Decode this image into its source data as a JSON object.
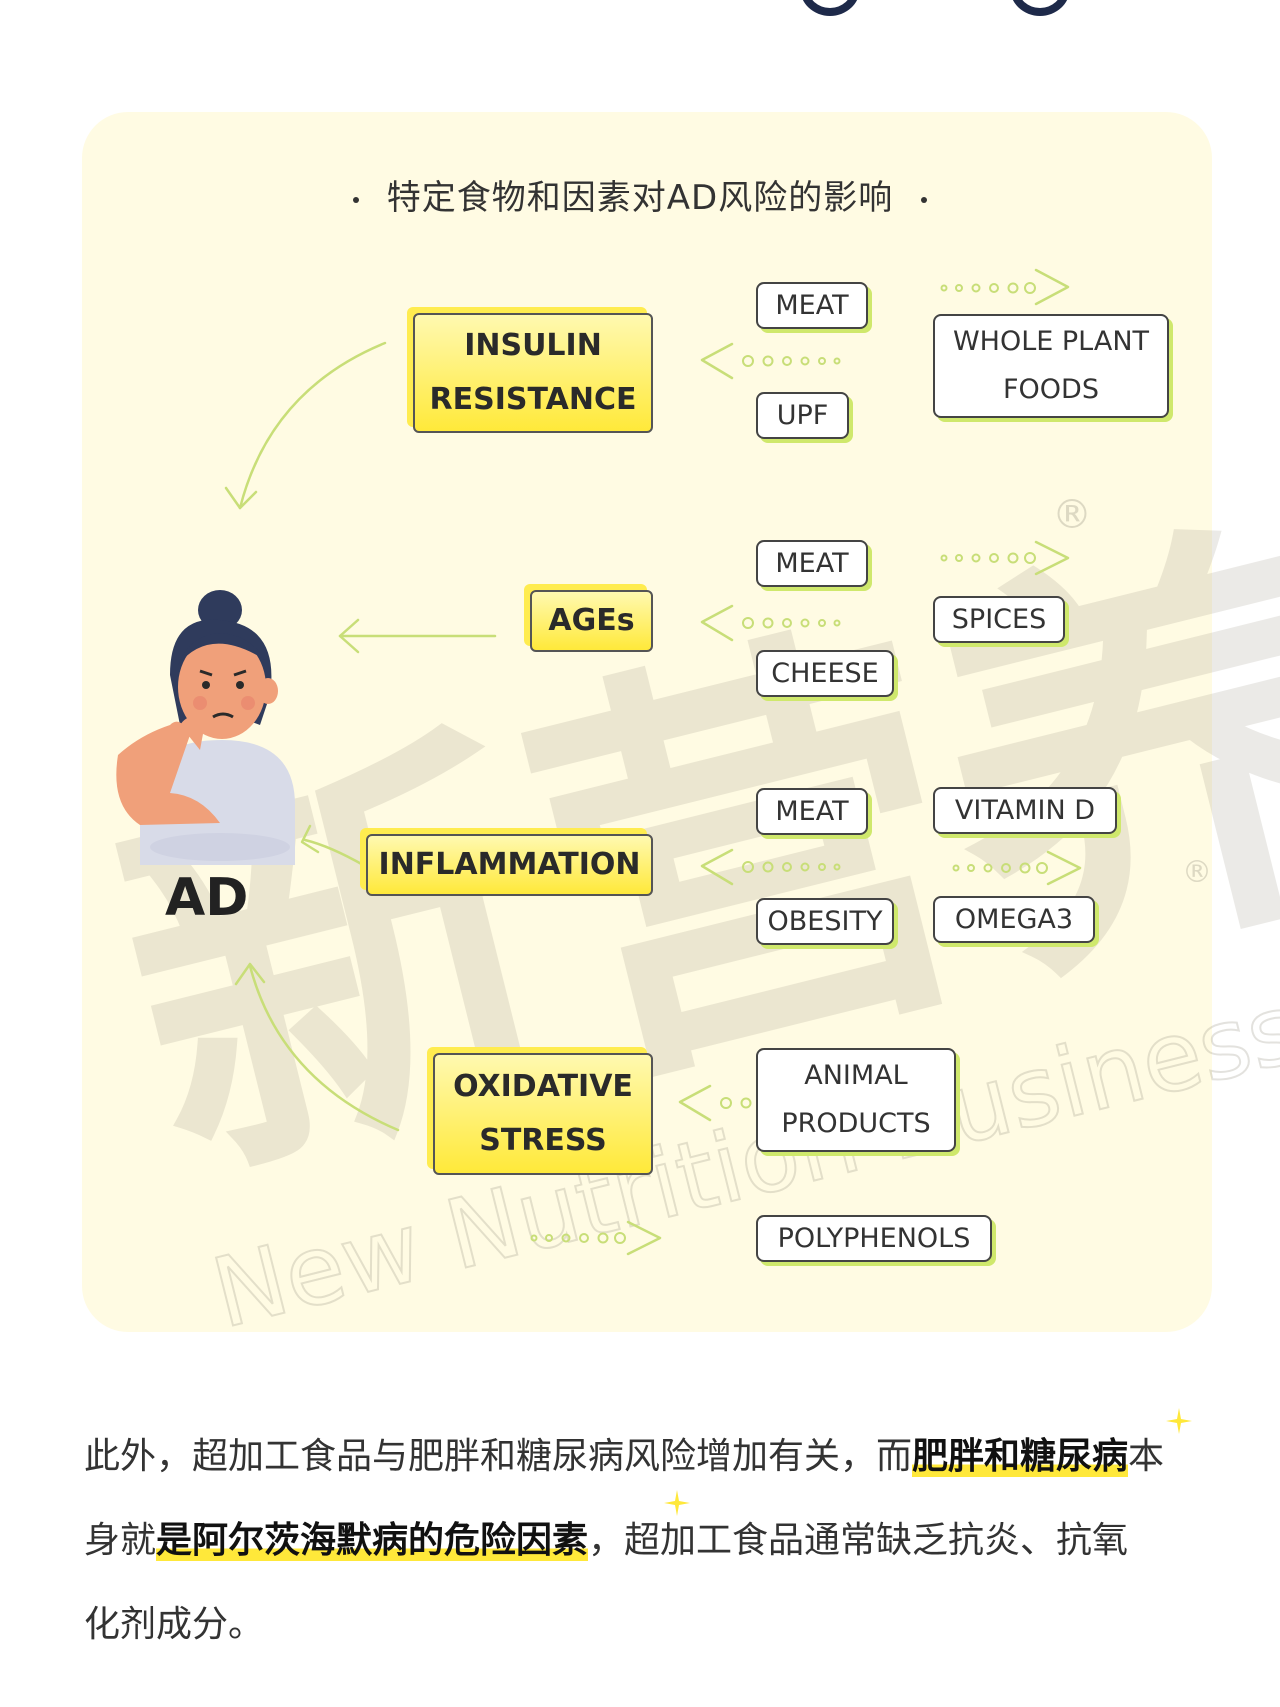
{
  "title": "特定食物和因素对AD风险的影响",
  "ad_label": "AD",
  "factors": {
    "insulin": [
      "INSULIN",
      "RESISTANCE"
    ],
    "ages": "AGEs",
    "inflammation": "INFLAMMATION",
    "oxidative": [
      "OXIDATIVE",
      "STRESS"
    ]
  },
  "foods": {
    "meat1": "MEAT",
    "upf": "UPF",
    "whole_plant": [
      "WHOLE PLANT",
      "FOODS"
    ],
    "meat2": "MEAT",
    "cheese": "CHEESE",
    "spices": "SPICES",
    "meat3": "MEAT",
    "obesity": "OBESITY",
    "vitamin_d": "VITAMIN D",
    "omega3": "OMEGA3",
    "animal": [
      "ANIMAL",
      "PRODUCTS"
    ],
    "polyphenols": "POLYPHENOLS"
  },
  "watermark": {
    "cn": "新营养",
    "en": "New Nutrition Business",
    "mark": "®"
  },
  "paragraph": {
    "p1": "此外，超加工食品与肥胖和糖尿病风险增加有关，而",
    "h1": "肥胖和糖尿病",
    "p2": "本",
    "p3": "身就",
    "h2": "是阿尔茨海默病的危险因素",
    "p4": "，超加工食品通常缺乏抗炎、抗氧",
    "p5": "化剂成分。"
  },
  "colors": {
    "card_bg": "#fffbe3",
    "highlight": "#ffe83a",
    "arrow": "#c8de78",
    "shadow_green": "#cfe86c"
  }
}
